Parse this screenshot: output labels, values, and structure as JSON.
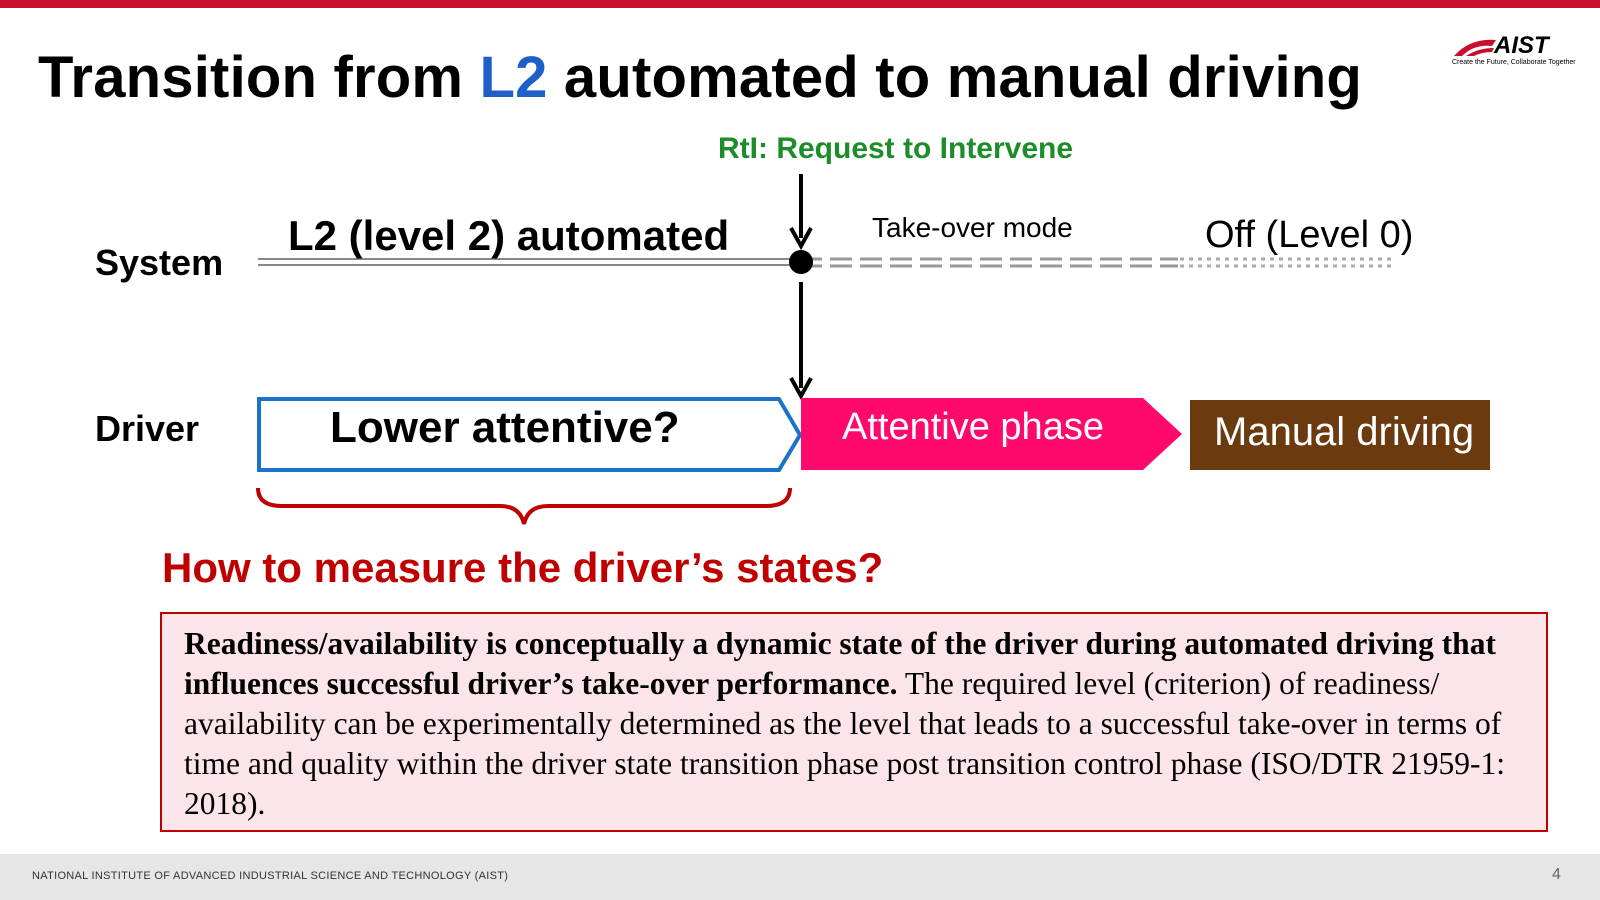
{
  "title": {
    "before": "Transition from ",
    "accent": "L2",
    "after": " automated to manual driving"
  },
  "logo": {
    "word": "AIST",
    "tagline": "Create the Future, Collaborate Together"
  },
  "diagram": {
    "rti_label": "RtI: Request to Intervene",
    "system_label": "System",
    "driver_label": "Driver",
    "l2_label": "L2 (level 2) automated",
    "takeover_label": "Take-over mode",
    "off_label": "Off (Level 0)",
    "lower_label": "Lower attentive?",
    "attentive_label": "Attentive phase",
    "manual_label": "Manual driving",
    "colors": {
      "lower_border": "#1a73c6",
      "attentive": "#ff0a6c",
      "manual": "#6b3a0f",
      "brace": "#c00000"
    }
  },
  "question": "How to measure the driver’s states?",
  "definition": {
    "bold": "Readiness/availability is conceptually a dynamic state of the driver during automated driving that influences successful driver’s take-over performance.",
    "normal": " The required level (criterion) of readiness/ availability can be experimentally determined as the level that leads to a successful take-over in terms of time and quality within the driver state transition phase post transition control phase (ISO/DTR 21959-1: 2018)."
  },
  "footer": {
    "text": "NATIONAL INSTITUTE OF ADVANCED INDUSTRIAL SCIENCE AND TECHNOLOGY (AIST)",
    "page": "4"
  }
}
